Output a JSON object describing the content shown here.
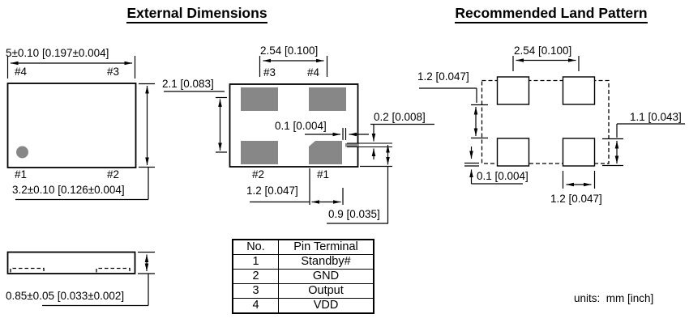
{
  "titles": {
    "external": "External Dimensions",
    "land": "Recommended Land Pattern"
  },
  "units_note": "units:  mm [inch]",
  "top_view": {
    "width_dim": "5±0.10 [0.197±0.004]",
    "height_dim": "3.2±0.10 [0.126±0.004]",
    "pin_top_left": "#4",
    "pin_top_right": "#3",
    "pin_bottom_left": "#1",
    "pin_bottom_right": "#2"
  },
  "side_view": {
    "thickness_dim": "0.85±0.05 [0.033±0.002]"
  },
  "bottom_view": {
    "pad_pitch_x_dim": "2.54 [0.100]",
    "pad_pitch_y_dim": "2.1 [0.083]",
    "pin_top_left": "#3",
    "pin_top_right": "#4",
    "pin_bottom_left": "#2",
    "pin_bottom_right": "#1",
    "gap_dim": "0.1 [0.004]",
    "castellation_dim": "0.2 [0.008]",
    "pad_width_dim": "1.2 [0.047]",
    "pad_edge_dim": "0.9 [0.035]"
  },
  "land_pattern": {
    "pad_pitch_x_dim": "2.54 [0.100]",
    "pad_gap_y_dim": "1.2 [0.047]",
    "pad_height_dim": "1.1 [0.043]",
    "pad_offset_dim": "0.1 [0.004]",
    "pad_width_dim": "1.2 [0.047]"
  },
  "pin_table": {
    "col_no": "No.",
    "col_terminal": "Pin Terminal",
    "rows": [
      {
        "no": "1",
        "terminal": "Standby#"
      },
      {
        "no": "2",
        "terminal": "GND"
      },
      {
        "no": "3",
        "terminal": "Output"
      },
      {
        "no": "4",
        "terminal": "VDD"
      }
    ]
  },
  "colors": {
    "pad_gray": "#878787",
    "line": "#000000"
  }
}
